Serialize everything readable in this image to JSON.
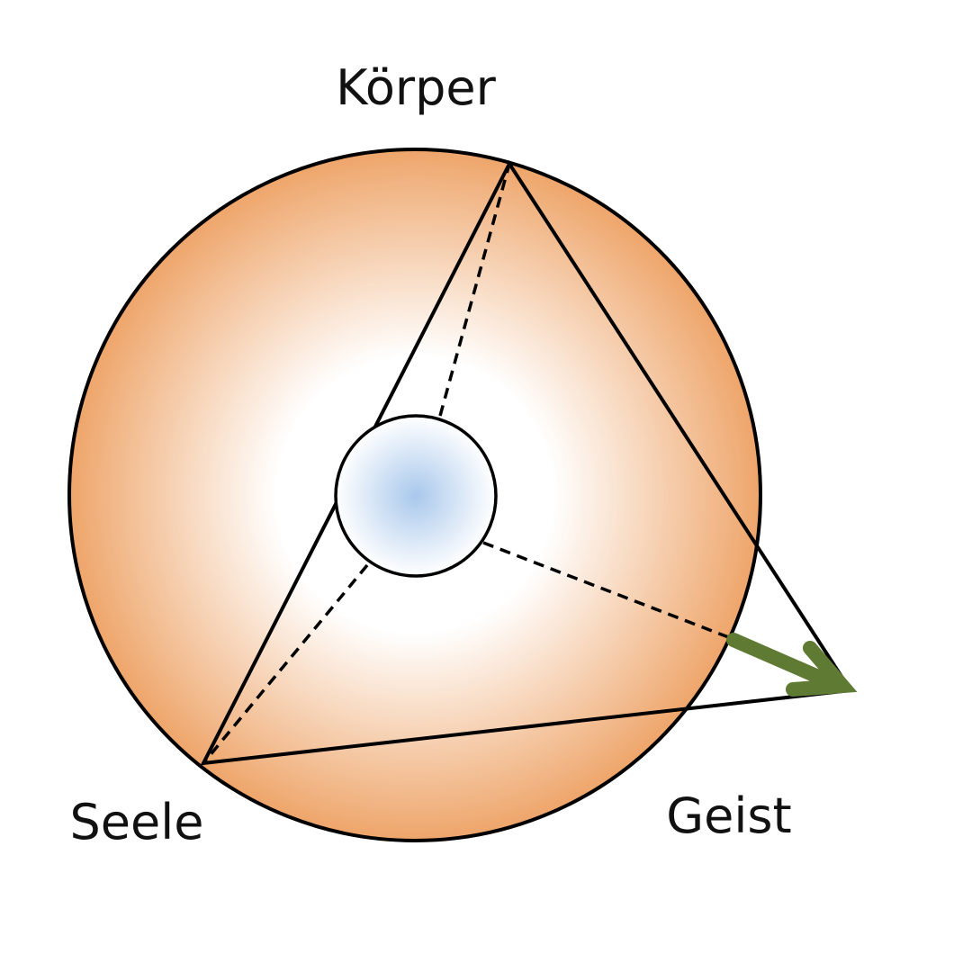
{
  "labels": {
    "top": "Körper",
    "left": "Seele",
    "right": "Geist"
  },
  "colors": {
    "outer_edge": "#eea56a",
    "outer_center": "#ffffff",
    "inner_center": "#a9c8ec",
    "arrow": "#5f7a32",
    "stroke": "#000000"
  }
}
